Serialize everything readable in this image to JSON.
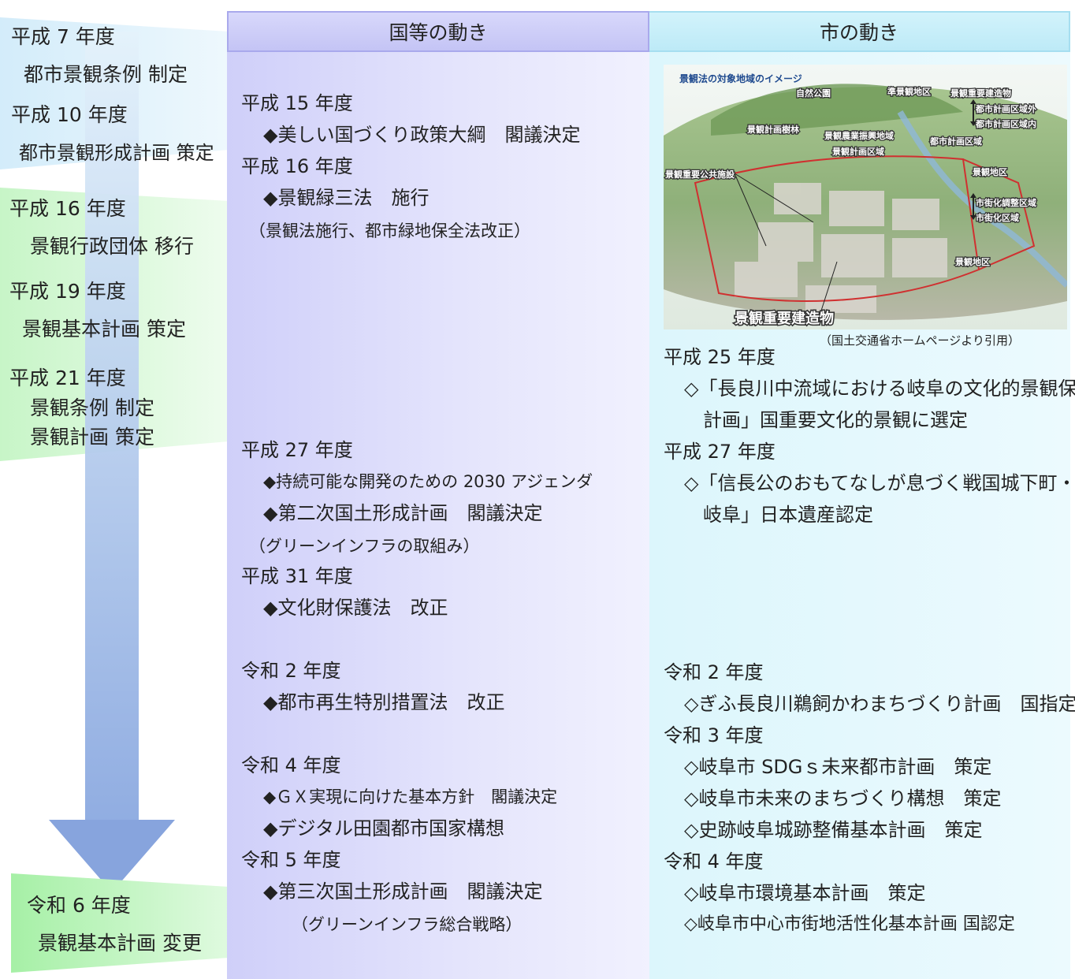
{
  "headers": {
    "national": "国等の動き",
    "city": "市の動き"
  },
  "left_timeline": [
    {
      "year": "平成 7 年度",
      "items": [
        "都市景観条例 制定"
      ]
    },
    {
      "year": "平成 10 年度",
      "items": [
        "都市景観形成計画 策定"
      ]
    },
    {
      "year": "平成 16 年度",
      "items": [
        "景観行政団体 移行"
      ]
    },
    {
      "year": "平成 19 年度",
      "items": [
        "景観基本計画 策定"
      ]
    },
    {
      "year": "平成 21 年度",
      "items": [
        "景観条例 制定",
        "景観計画 策定"
      ]
    },
    {
      "year": "令和 6 年度",
      "items": [
        "景観基本計画 変更"
      ]
    }
  ],
  "national": [
    {
      "year": "平成 15 年度",
      "items": [
        "◆美しい国づくり政策大綱　閣議決定"
      ],
      "note": ""
    },
    {
      "year": "平成 16 年度",
      "items": [
        "◆景観緑三法　施行"
      ],
      "note": "（景観法施行、都市緑地保全法改正）"
    },
    {
      "year": "平成 27 年度",
      "items": [
        "◆持続可能な開発のための 2030 アジェンダ",
        "◆第二次国土形成計画　閣議決定"
      ],
      "note": "（グリーンインフラの取組み）"
    },
    {
      "year": "平成 31 年度",
      "items": [
        "◆文化財保護法　改正"
      ],
      "note": ""
    },
    {
      "year": "令和 2 年度",
      "items": [
        "◆都市再生特別措置法　改正"
      ],
      "note": ""
    },
    {
      "year": "令和 4 年度",
      "items": [
        "◆ＧＸ実現に向けた基本方針　閣議決定",
        "◆デジタル田園都市国家構想"
      ],
      "note": ""
    },
    {
      "year": "令和 5 年度",
      "items": [
        "◆第三次国土形成計画　閣議決定"
      ],
      "note": "（グリーンインフラ総合戦略）"
    }
  ],
  "city_image": {
    "title": "景観法の対象地域のイメージ",
    "labels": [
      "自然公園",
      "準景観地区",
      "景観重要建造物",
      "都市計画区域外",
      "都市計画区域内",
      "景観計画樹林",
      "景観農業振興地域",
      "景観計画区域",
      "都市計画区域",
      "景観地区",
      "景観重要公共施設",
      "市街化調整区域",
      "市街化区域",
      "景観地区",
      "景観重要建造物"
    ],
    "caption": "（国土交通省ホームページより引用）"
  },
  "city": [
    {
      "year": "平成 25 年度",
      "items": [
        "◇「長良川中流域における岐阜の文化的景観保存",
        "　計画」国重要文化的景観に選定"
      ]
    },
    {
      "year": "平成 27 年度",
      "items": [
        "◇「信長公のおもてなしが息づく戦国城下町・",
        "　岐阜」日本遺産認定"
      ]
    },
    {
      "year": "令和 2 年度",
      "items": [
        "◇ぎふ長良川鵜飼かわまちづくり計画　国指定"
      ]
    },
    {
      "year": "令和 3 年度",
      "items": [
        "◇岐阜市 SDGｓ未来都市計画　策定",
        "◇岐阜市未来のまちづくり構想　策定",
        "◇史跡岐阜城跡整備基本計画　策定"
      ]
    },
    {
      "year": "令和 4 年度",
      "items": [
        "◇岐阜市環境基本計画　策定",
        "◇岐阜市中心市街地活性化基本計画 国認定"
      ]
    }
  ]
}
